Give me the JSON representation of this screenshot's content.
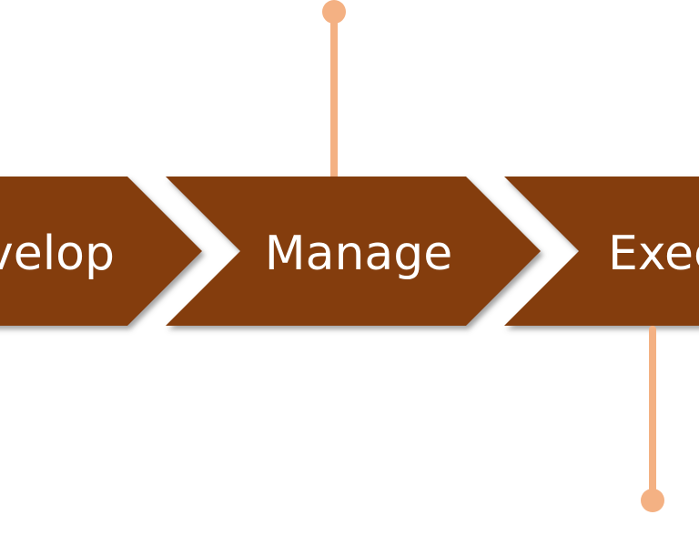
{
  "steps": [
    {
      "label": "velop"
    },
    {
      "label": "Manage"
    },
    {
      "label": "Exec"
    }
  ],
  "colors": {
    "chevron": "#843C0C",
    "connector": "#F4B183",
    "text": "#FFFFFF",
    "shadow": "#5a5a5a"
  }
}
